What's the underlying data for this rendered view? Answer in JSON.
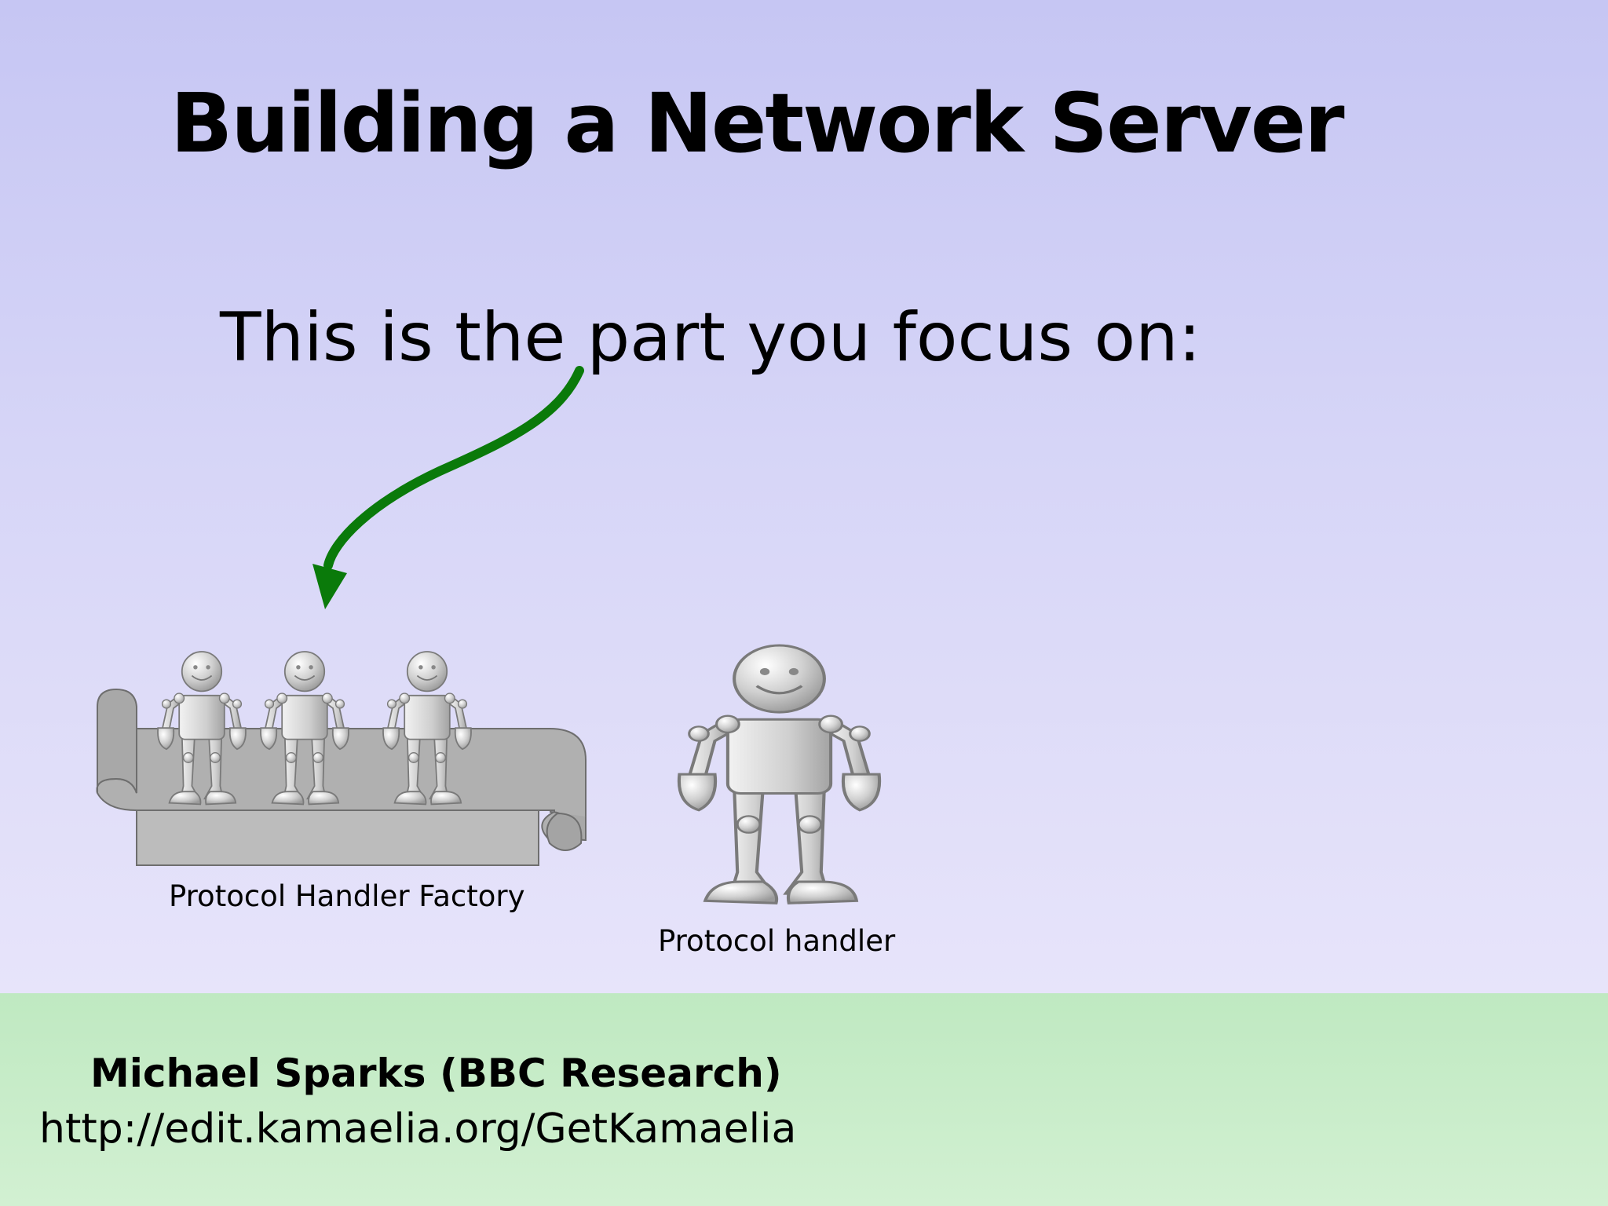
{
  "slide": {
    "title": "Building a Network Server",
    "subtitle": "This is the part you focus on:",
    "factory_label": "Protocol Handler Factory",
    "handler_label": "Protocol handler"
  },
  "footer": {
    "author": "Michael Sparks (BBC Research)",
    "url": "http://edit.kamaelia.org/GetKamaelia"
  },
  "colors": {
    "arrow": "#0a7a0a",
    "robot": "#d4d4d4",
    "scroll": "#b0b0b0"
  }
}
